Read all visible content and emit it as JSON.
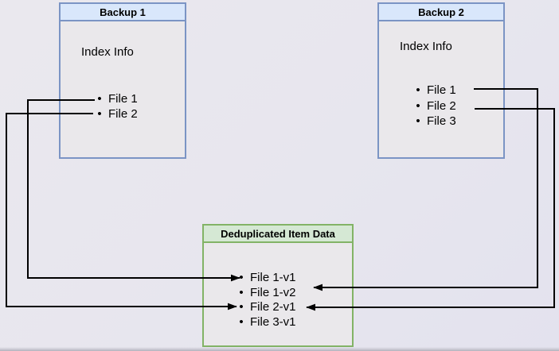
{
  "backup1": {
    "title": "Backup 1",
    "section_label": "Index Info",
    "items": [
      "File 1",
      "File 2"
    ]
  },
  "backup2": {
    "title": "Backup 2",
    "section_label": "Index Info",
    "items": [
      "File 1",
      "File 2",
      "File 3"
    ]
  },
  "dedup": {
    "title": "Deduplicated Item Data",
    "items": [
      "File 1-v1",
      "File 1-v2",
      "File 2-v1",
      "File 3-v1"
    ]
  },
  "connections": [
    {
      "from": "Backup 1 / File 1",
      "to": "File 1-v1"
    },
    {
      "from": "Backup 1 / File 2",
      "to": "File 2-v1"
    },
    {
      "from": "Backup 2 / File 1",
      "to": "File 1-v2"
    },
    {
      "from": "Backup 2 / File 2",
      "to": "File 2-v1"
    }
  ],
  "colors": {
    "page_background": "#e7e6ee",
    "box_body_fill": "#eae8eb",
    "blue_header_fill": "#d9e7fb",
    "blue_border": "#7b94c4",
    "green_header_fill": "#d5e8d4",
    "green_border": "#82b366",
    "arrow": "#000000",
    "text": "#000000"
  }
}
